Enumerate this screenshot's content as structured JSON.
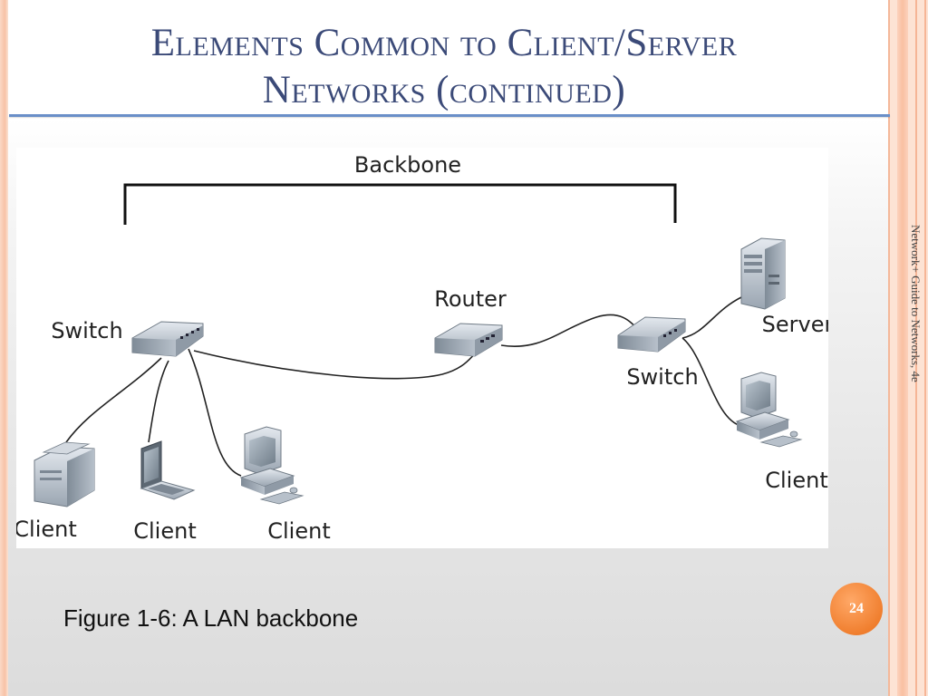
{
  "slide": {
    "title_line1": "Elements Common to Client/Server",
    "title_line2": "Networks (continued)",
    "side_label": "Network+ Guide to Networks, 4e",
    "caption": "Figure 1-6: A LAN backbone",
    "page_number": "24",
    "colors": {
      "title": "#3b4a78",
      "rule": "#6a8fc8",
      "badge": "#f07f2f",
      "accent_band": "#fde3d4"
    }
  },
  "diagram": {
    "labels": {
      "backbone": "Backbone",
      "router": "Router",
      "switch_left": "Switch",
      "switch_right": "Switch",
      "server": "Server",
      "client_right": "Client",
      "client_1": "Client",
      "client_2": "Client",
      "client_3": "Client"
    },
    "icons": [
      "printer-icon",
      "laptop-icon",
      "desktop-icon",
      "switch-icon",
      "router-icon",
      "server-icon"
    ]
  }
}
